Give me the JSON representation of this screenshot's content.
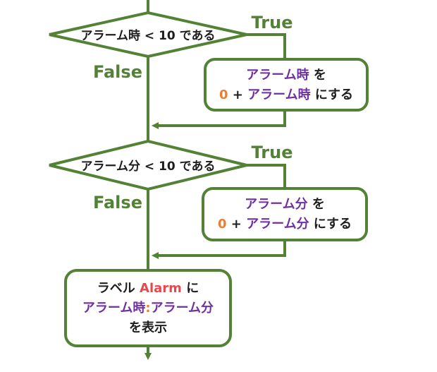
{
  "colors": {
    "flow_green": "#538135",
    "variable_purple": "#7030a0",
    "number_orange": "#ed7d31",
    "label_red": "#e8484c",
    "text_dark": "#1e1e1e"
  },
  "decision_1": {
    "var": "アラーム時",
    "op": "<",
    "num": "10",
    "suffix": "である",
    "true_label": "True",
    "false_label": "False"
  },
  "process_1": {
    "var": "アラーム時",
    "particle_wo": "を",
    "zero": "0",
    "plus": "+",
    "var2": "アラーム時",
    "suffix": "にする"
  },
  "decision_2": {
    "var": "アラーム分",
    "op": "<",
    "num": "10",
    "suffix": "である",
    "true_label": "True",
    "false_label": "False"
  },
  "process_2": {
    "var": "アラーム分",
    "particle_wo": "を",
    "zero": "0",
    "plus": "+",
    "var2": "アラーム分",
    "suffix": "にする"
  },
  "display": {
    "prefix": "ラベル",
    "label_name": "Alarm",
    "particle_ni": "に",
    "var_hour": "アラーム時",
    "colon": ":",
    "var_min": "アラーム分",
    "suffix": "を表示"
  }
}
